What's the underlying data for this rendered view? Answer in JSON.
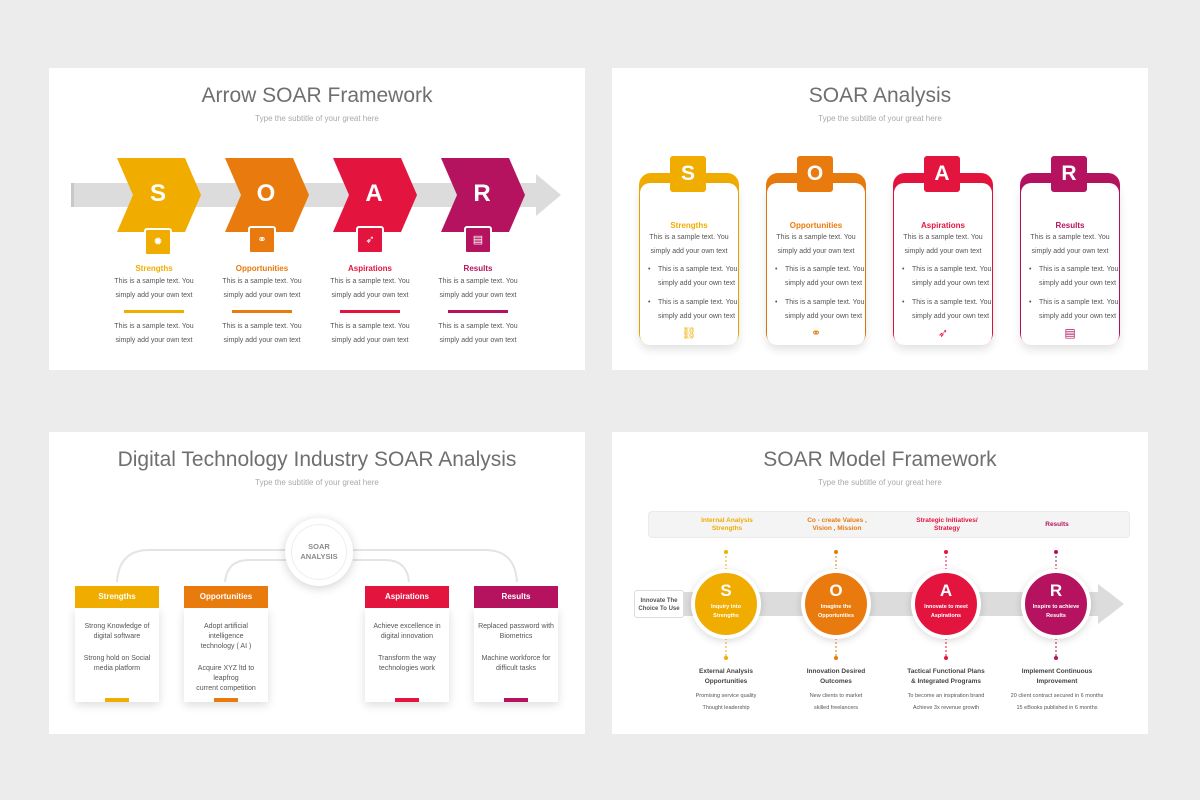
{
  "colors": {
    "yellow": "#f0ad00",
    "orange": "#e97a0d",
    "red": "#e3153f",
    "magenta": "#b5135f",
    "gray_arrow": "#dcdcdc",
    "title": "#6f6f6f"
  },
  "subtitle": "Type the subtitle of your great here",
  "slide1": {
    "title": "Arrow SOAR Framework",
    "items": [
      {
        "letter": "S",
        "label": "Strengths",
        "icon": "lightbulb-icon",
        "text_a1": "This is a sample text. You",
        "text_a2": "simply add your own text",
        "text_b1": "This is a sample text. You",
        "text_b2": "simply add your own text"
      },
      {
        "letter": "O",
        "label": "Opportunities",
        "icon": "handshake-icon",
        "text_a1": "This is a sample text. You",
        "text_a2": "simply add your own text",
        "text_b1": "This is a sample text. You",
        "text_b2": "simply add your own text"
      },
      {
        "letter": "A",
        "label": "Aspirations",
        "icon": "rocket-icon",
        "text_a1": "This is a sample text. You",
        "text_a2": "simply add your own text",
        "text_b1": "This is a sample text. You",
        "text_b2": "simply add your own text"
      },
      {
        "letter": "R",
        "label": "Results",
        "icon": "presentation-chart-icon",
        "text_a1": "This is a sample text. You",
        "text_a2": "simply add your own text",
        "text_b1": "This is a sample text. You",
        "text_b2": "simply add your own text"
      }
    ]
  },
  "slide2": {
    "title": "SOAR Analysis",
    "items": [
      {
        "letter": "S",
        "label": "Strengths",
        "icon": "chain-icon",
        "t1": "This is a sample text. You",
        "t2": "simply add your own text",
        "b1a": "This is a sample text. You",
        "b1b": "simply add your own text",
        "b2a": "This is a sample text. You",
        "b2b": "simply add your own text"
      },
      {
        "letter": "O",
        "label": "Opportunities",
        "icon": "handshake-icon",
        "t1": "This is a sample text. You",
        "t2": "simply add your own text",
        "b1a": "This is a sample text. You",
        "b1b": "simply add your own text",
        "b2a": "This is a sample text. You",
        "b2b": "simply add your own text"
      },
      {
        "letter": "A",
        "label": "Aspirations",
        "icon": "rocket-icon",
        "t1": "This is a sample text. You",
        "t2": "simply add your own text",
        "b1a": "This is a sample text. You",
        "b1b": "simply add your own text",
        "b2a": "This is a sample text. You",
        "b2b": "simply add your own text"
      },
      {
        "letter": "R",
        "label": "Results",
        "icon": "presentation-chart-icon",
        "t1": "This is a sample text. You",
        "t2": "simply add your own text",
        "b1a": "This is a sample text. You",
        "b1b": "simply add your own text",
        "b2a": "This is a sample text. You",
        "b2b": "simply add your own text"
      }
    ]
  },
  "slide3": {
    "title": "Digital Technology Industry SOAR Analysis",
    "center_line1": "SOAR",
    "center_line2": "ANALYSIS",
    "items": [
      {
        "label": "Strengths",
        "p1a": "Strong Knowledge of",
        "p1b": "digital software",
        "p2a": "Strong hold on Social",
        "p2b": "media platform"
      },
      {
        "label": "Opportunities",
        "p1a": "Adopt artificial intelligence",
        "p1b": "technology ( AI )",
        "p2a": "Acquire XYZ ltd to leapfrog",
        "p2b": "current competition"
      },
      {
        "label": "Aspirations",
        "p1a": "Achieve excellence in",
        "p1b": "digital innovation",
        "p2a": "Transform the way",
        "p2b": "technologies work"
      },
      {
        "label": "Results",
        "p1a": "Replaced password with",
        "p1b": "Biometrics",
        "p2a": "Machine workforce for",
        "p2b": "difficult tasks"
      }
    ]
  },
  "slide4": {
    "title": "SOAR Model Framework",
    "start_line1": "Innovate The",
    "start_line2": "Choice To Use",
    "items": [
      {
        "letter": "S",
        "top1": "Internal Analysis",
        "top2": "Strengths",
        "in1": "Inquiry into",
        "in2": "Strengths",
        "h1": "External Analysis",
        "h2": "Opportunities",
        "d1": "Promising service quality",
        "d2": "Thought leadership"
      },
      {
        "letter": "O",
        "top1": "Co - create Values ,",
        "top2": "Vision , Mission",
        "in1": "Imagine the",
        "in2": "Opportunities",
        "h1": "Innovation Desired",
        "h2": "Outcomes",
        "d1": "New clients to market",
        "d2": "skilled freelancers"
      },
      {
        "letter": "A",
        "top1": "Strategic Initiatives/",
        "top2": "Strategy",
        "in1": "Innovate to meet",
        "in2": "Aspirations",
        "h1": "Tactical Functional Plans",
        "h2": "& Integrated Programs",
        "d1": "To become an inspiration brand",
        "d2": "Achieve 3x revenue growth"
      },
      {
        "letter": "R",
        "top1": "Results",
        "top2": "",
        "in1": "Inspire to achieve",
        "in2": "Results",
        "h1": "Implement Continuous",
        "h2": "Improvement",
        "d1": "20 client contract secured in 6 months",
        "d2": "15 eBooks published in 6 months"
      }
    ]
  }
}
